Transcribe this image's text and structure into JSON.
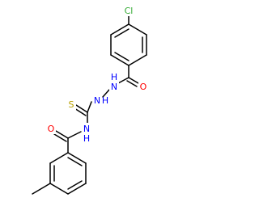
{
  "colors": {
    "background": "#ffffff",
    "bond": "#000000",
    "chlorine": "#33aa33",
    "oxygen": "#ff0000",
    "nitrogen": "#0000ff",
    "sulfur": "#b8a000"
  },
  "atoms": {
    "chlorine": "Cl",
    "carbonyl_oxygen_top": "O",
    "nitrogen_1": "N",
    "nitrogen_1_h": "H",
    "nitrogen_2": "N",
    "nitrogen_2_h": "H",
    "sulfur": "S",
    "carbonyl_oxygen_bottom": "O",
    "nitrogen_3": "N",
    "nitrogen_3_h": "H"
  }
}
